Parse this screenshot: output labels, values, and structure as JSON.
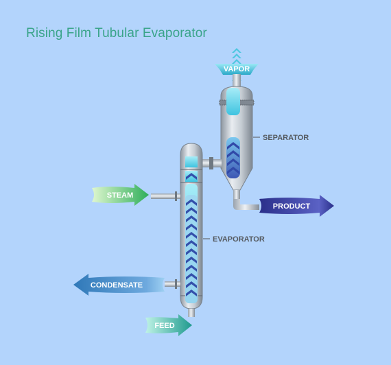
{
  "title": "Rising Film Tubular Evaporator",
  "streams": {
    "vapor": "VAPOR",
    "steam": "STEAM",
    "product": "PRODUCT",
    "condensate": "CONDENSATE",
    "feed": "FEED"
  },
  "equipment": {
    "separator": "SEPARATOR",
    "evaporator": "EVAPORATOR"
  },
  "colors": {
    "background": "#b3d4fc",
    "title": "#3aa48a",
    "vapor": "#3fc1d8",
    "steam": "#2fae5a",
    "product": "#2a2f8a",
    "condensate": "#2f78b8",
    "feed": "#1f9a8e",
    "liquid": "#4a5fb8"
  }
}
